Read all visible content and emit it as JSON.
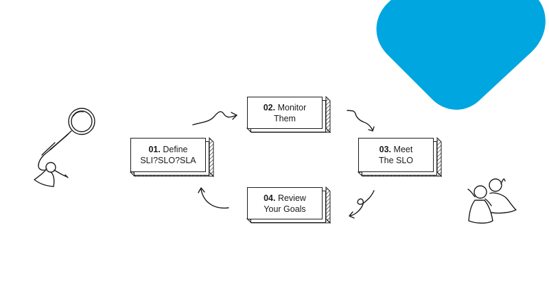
{
  "blob_color": "#00a6e0",
  "ink_color": "#1a1a1a",
  "steps": [
    {
      "number": "01.",
      "line1": "Define",
      "line2": "SLI?SLO?SLA"
    },
    {
      "number": "02.",
      "line1": "Monitor",
      "line2": "Them"
    },
    {
      "number": "03.",
      "line1": "Meet",
      "line2": "The SLO"
    },
    {
      "number": "04.",
      "line1": "Review",
      "line2": "Your Goals"
    }
  ],
  "icons": {
    "left": "magnifying-glass-person-icon",
    "right": "two-people-icon"
  }
}
